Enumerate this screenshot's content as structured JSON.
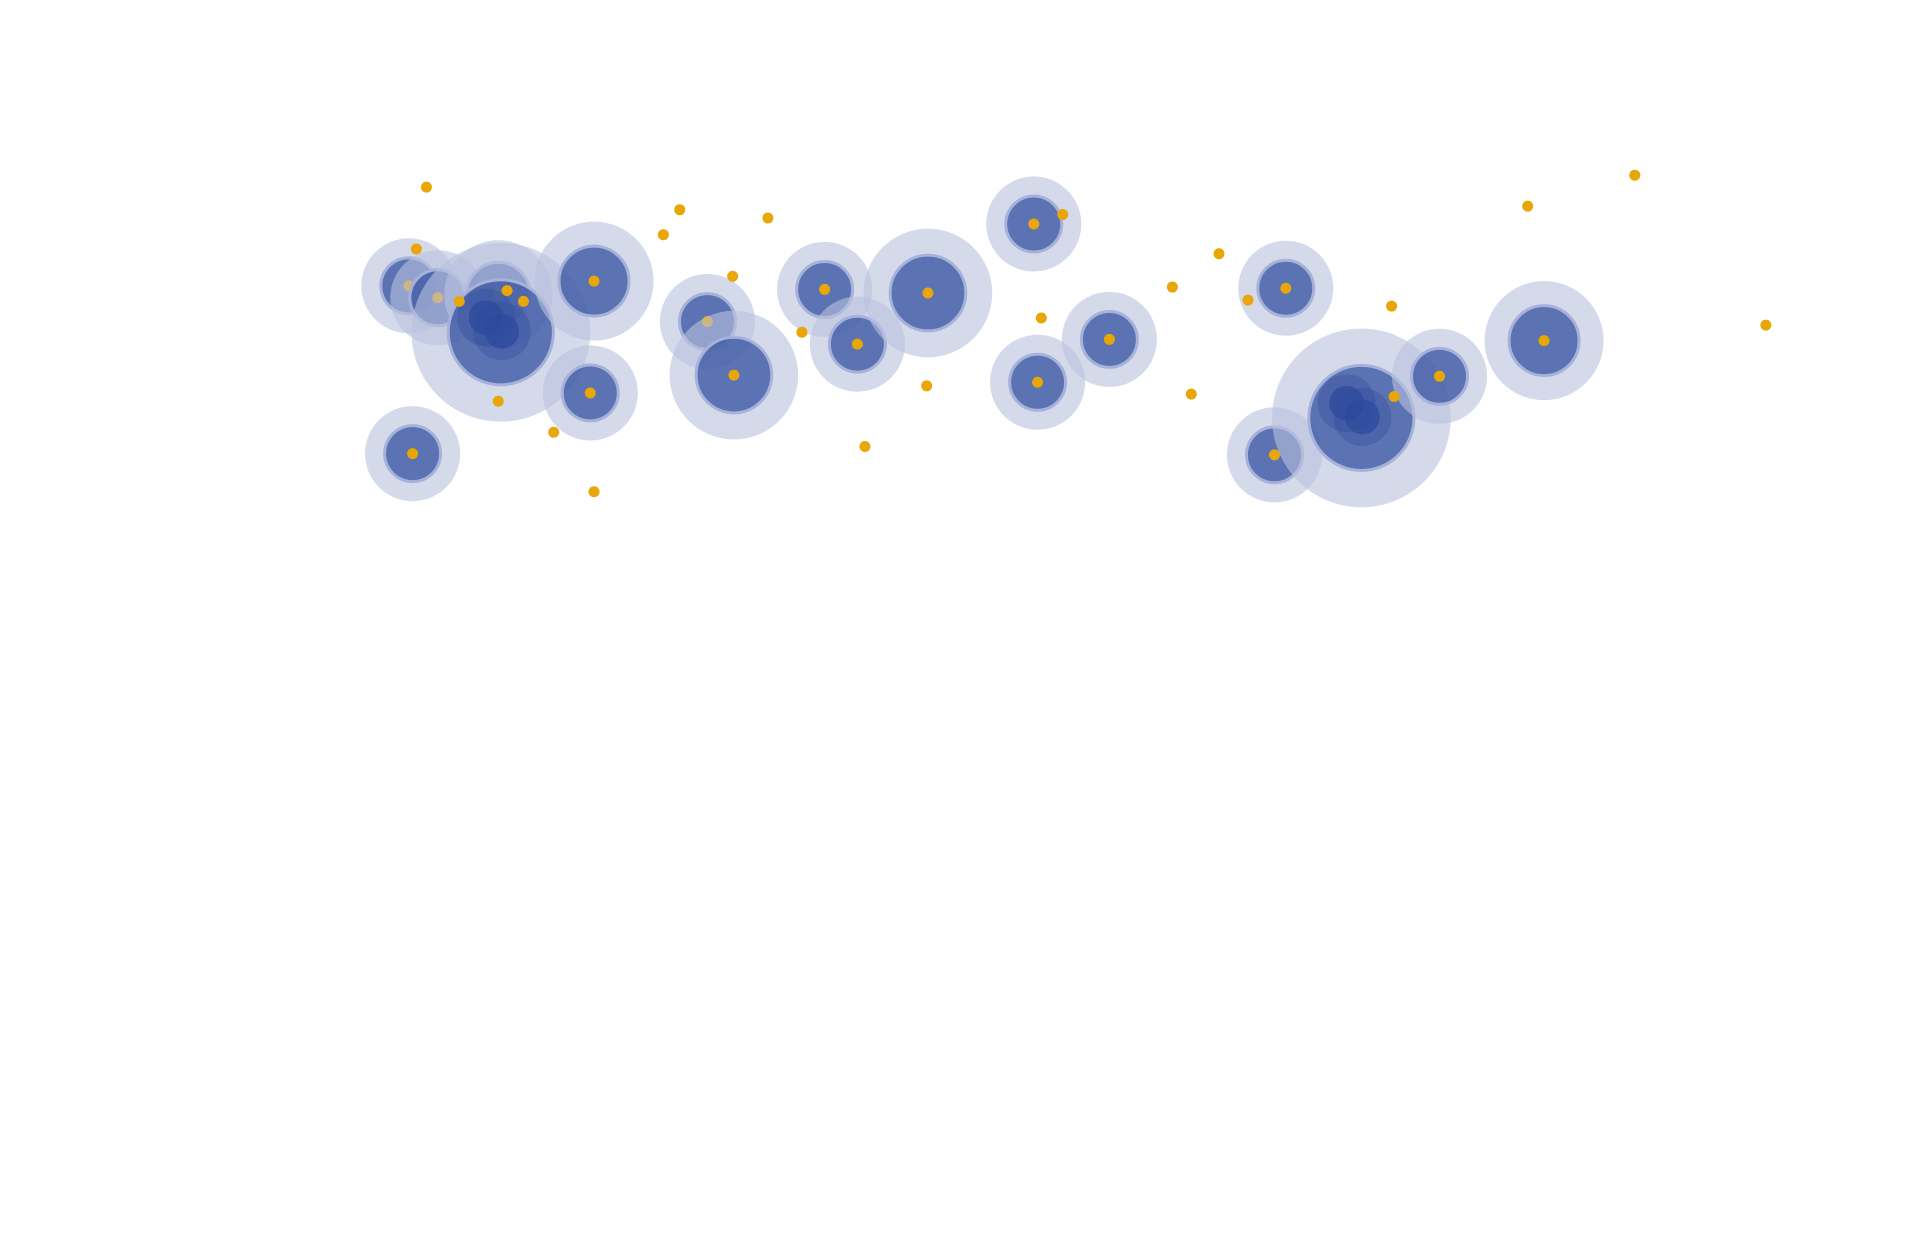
{
  "colors": {
    "background": "#ffffff",
    "halo": "#b9c2de",
    "cluster": "#3f5aa6",
    "cluster_dark": "#2e4a9c",
    "cluster_ring": "#a7b2da",
    "point": "#e8a607"
  },
  "map": {
    "style": "clustered point map with no basemap",
    "points": [
      {
        "lon": -122.7,
        "lat": 54.7
      },
      {
        "lon": -121.9,
        "lat": 59.9
      },
      {
        "lon": -119.3,
        "lat": 50.3
      },
      {
        "lon": -116.2,
        "lat": 41.9
      },
      {
        "lon": -115.5,
        "lat": 51.2
      },
      {
        "lon": -114.2,
        "lat": 50.3
      },
      {
        "lon": -111.8,
        "lat": 39.3
      },
      {
        "lon": -108.6,
        "lat": 34.3
      },
      {
        "lon": -103.1,
        "lat": 55.9
      },
      {
        "lon": -101.8,
        "lat": 58.0
      },
      {
        "lon": -97.6,
        "lat": 52.4
      },
      {
        "lon": -94.8,
        "lat": 57.3
      },
      {
        "lon": -92.1,
        "lat": 47.7
      },
      {
        "lon": -87.1,
        "lat": 38.1
      },
      {
        "lon": -82.2,
        "lat": 43.2
      },
      {
        "lon": -73.1,
        "lat": 48.9
      },
      {
        "lon": -71.4,
        "lat": 57.6
      },
      {
        "lon": -62.7,
        "lat": 51.5
      },
      {
        "lon": -61.2,
        "lat": 42.5
      },
      {
        "lon": -59.0,
        "lat": 54.3
      },
      {
        "lon": -56.7,
        "lat": 50.4
      },
      {
        "lon": -45.3,
        "lat": 49.9
      },
      {
        "lon": -45.1,
        "lat": 42.3
      },
      {
        "lon": -34.5,
        "lat": 58.3
      },
      {
        "lon": -26.0,
        "lat": 60.9
      },
      {
        "lon": -15.6,
        "lat": 48.3
      }
    ],
    "clusters": [
      {
        "lon": -123.3,
        "lat": 51.6,
        "count": 2,
        "shades": 0
      },
      {
        "lon": -121.0,
        "lat": 50.6,
        "count": 2,
        "shades": 0
      },
      {
        "lon": -116.2,
        "lat": 50.9,
        "count": 3,
        "shades": 0
      },
      {
        "lon": -116.0,
        "lat": 47.7,
        "count": 12,
        "shades": 2
      },
      {
        "lon": -108.6,
        "lat": 52.0,
        "count": 4,
        "shades": 0
      },
      {
        "lon": -123.0,
        "lat": 37.5,
        "count": 2,
        "shades": 0
      },
      {
        "lon": -108.9,
        "lat": 42.6,
        "count": 2,
        "shades": 0
      },
      {
        "lon": -99.6,
        "lat": 48.6,
        "count": 2,
        "shades": 0
      },
      {
        "lon": -97.5,
        "lat": 44.1,
        "count": 5,
        "shades": 0
      },
      {
        "lon": -90.3,
        "lat": 51.3,
        "count": 2,
        "shades": 0
      },
      {
        "lon": -87.7,
        "lat": 46.7,
        "count": 2,
        "shades": 0
      },
      {
        "lon": -82.1,
        "lat": 51.0,
        "count": 5,
        "shades": 0
      },
      {
        "lon": -73.7,
        "lat": 56.8,
        "count": 2,
        "shades": 0
      },
      {
        "lon": -73.4,
        "lat": 43.5,
        "count": 2,
        "shades": 0
      },
      {
        "lon": -67.7,
        "lat": 47.1,
        "count": 2,
        "shades": 0
      },
      {
        "lon": -53.7,
        "lat": 51.4,
        "count": 2,
        "shades": 0
      },
      {
        "lon": -54.6,
        "lat": 37.4,
        "count": 2,
        "shades": 0
      },
      {
        "lon": -47.7,
        "lat": 40.5,
        "count": 12,
        "shades": 2
      },
      {
        "lon": -41.5,
        "lat": 44.0,
        "count": 2,
        "shades": 0
      },
      {
        "lon": -33.2,
        "lat": 47.0,
        "count": 4,
        "shades": 0
      }
    ]
  }
}
